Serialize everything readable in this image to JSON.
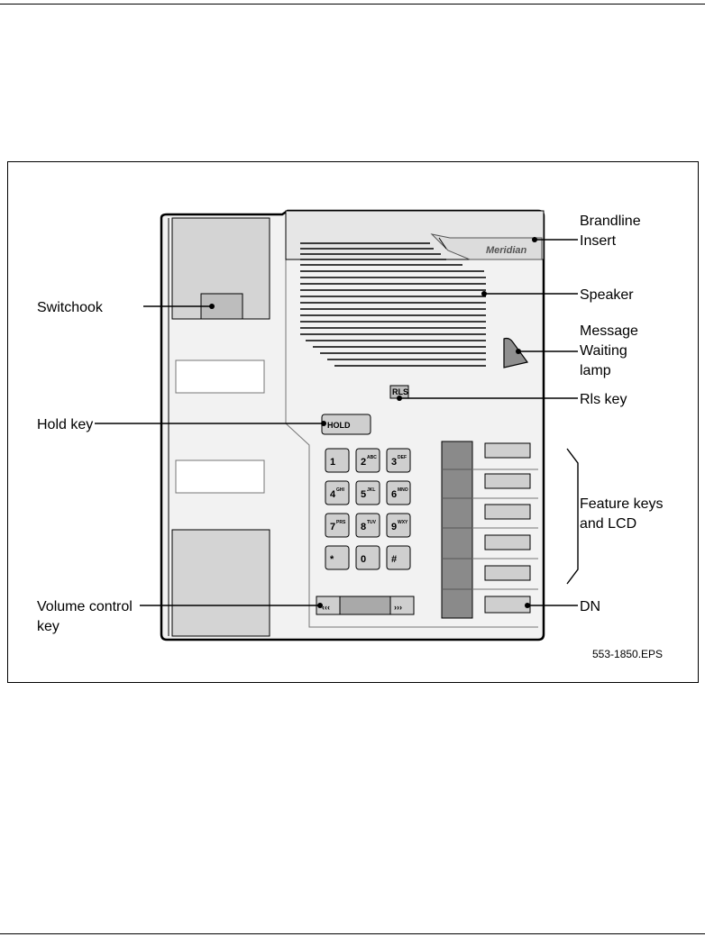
{
  "callouts": {
    "brandline_insert": [
      "Brandline",
      "Insert"
    ],
    "switchook": "Switchook",
    "speaker": "Speaker",
    "message_waiting_lamp": [
      "Message",
      "Waiting",
      "lamp"
    ],
    "rls_key": "Rls key",
    "hold_key": "Hold key",
    "feature_keys_and_lcd": [
      "Feature keys",
      "and LCD"
    ],
    "volume_control_key": [
      "Volume control",
      "key"
    ],
    "dn": "DN"
  },
  "phone": {
    "brand_label": "Meridian",
    "hold_label": "HOLD",
    "rls_label": "RLS",
    "volume_down_glyph": "‹‹‹",
    "volume_up_glyph": "›››",
    "dialpad": [
      {
        "digit": "1",
        "letters": ""
      },
      {
        "digit": "2",
        "letters": "ABC"
      },
      {
        "digit": "3",
        "letters": "DEF"
      },
      {
        "digit": "4",
        "letters": "GHI"
      },
      {
        "digit": "5",
        "letters": "JKL"
      },
      {
        "digit": "6",
        "letters": "MNO"
      },
      {
        "digit": "7",
        "letters": "PRS"
      },
      {
        "digit": "8",
        "letters": "TUV"
      },
      {
        "digit": "9",
        "letters": "WXY"
      },
      {
        "digit": "*",
        "letters": ""
      },
      {
        "digit": "0",
        "letters": ""
      },
      {
        "digit": "#",
        "letters": ""
      }
    ]
  },
  "figure_id": "553-1850.EPS",
  "colors": {
    "handset": "#d4d4d4",
    "display_strip": "#8a8a8a",
    "key_fill": "#cfcfcf",
    "lamp": "#8f8f8f"
  }
}
